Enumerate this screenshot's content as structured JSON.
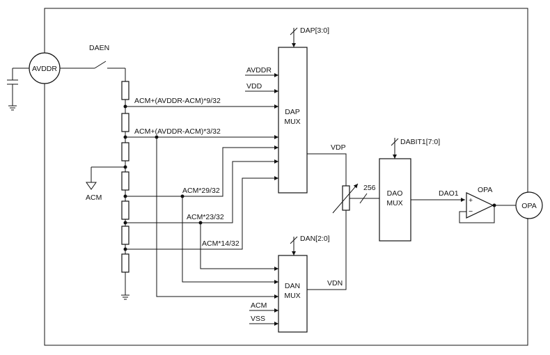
{
  "labels": {
    "avddr_pin": "AVDDR",
    "daen": "DAEN",
    "acm_ground": "ACM",
    "opa_pin": "OPA",
    "dap_bus": "DAP[3:0]",
    "dan_bus": "DAN[2:0]",
    "dabit_bus": "DABIT1[7:0]",
    "vdp": "VDP",
    "vdn": "VDN",
    "dao1": "DAO1",
    "opa_amp": "OPA",
    "pot_bits": "256",
    "plus_sign": "+",
    "minus_sign": "−"
  },
  "blocks": {
    "dap_mux": {
      "line1": "DAP",
      "line2": "MUX"
    },
    "dan_mux": {
      "line1": "DAN",
      "line2": "MUX"
    },
    "dao_mux": {
      "line1": "DAO",
      "line2": "MUX"
    }
  },
  "dap_inputs": [
    "AVDDR",
    "VDD"
  ],
  "dan_inputs": [
    "ACM",
    "VSS"
  ],
  "taps": {
    "t1": "ACM+(AVDDR-ACM)*9/32",
    "t2": "ACM+(AVDDR-ACM)*3/32",
    "t3": "ACM*29/32",
    "t4": "ACM*23/32",
    "t5": "ACM*14/32"
  }
}
